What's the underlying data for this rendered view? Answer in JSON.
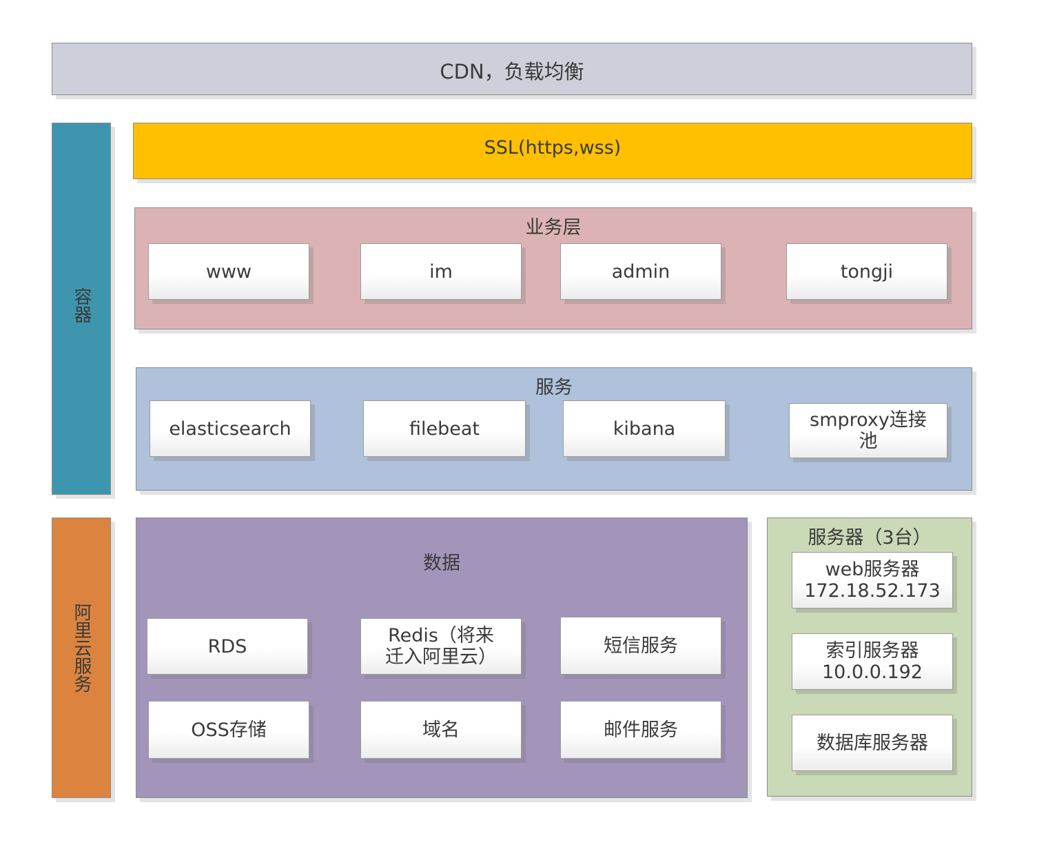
{
  "cdn": {
    "label": "CDN，负载均衡"
  },
  "ssl": {
    "label": "SSL(https,wss)"
  },
  "container": {
    "label": "容器"
  },
  "business": {
    "title": "业务层",
    "items": [
      "www",
      "im",
      "admin",
      "tongji"
    ]
  },
  "services": {
    "title": "服务",
    "items": [
      "elasticsearch",
      "filebeat",
      "kibana",
      "smproxy连接\n池"
    ]
  },
  "aliyun": {
    "label": "阿里云服务"
  },
  "data": {
    "title": "数据",
    "items": [
      "RDS",
      "Redis（将来\n迁入阿里云）",
      "短信服务",
      "OSS存储",
      "域名",
      "邮件服务"
    ]
  },
  "servers": {
    "title": "服务器（3台）",
    "items": [
      "web服务器\n172.18.52.173",
      "索引服务器\n10.0.0.192",
      "数据库服务器"
    ]
  }
}
